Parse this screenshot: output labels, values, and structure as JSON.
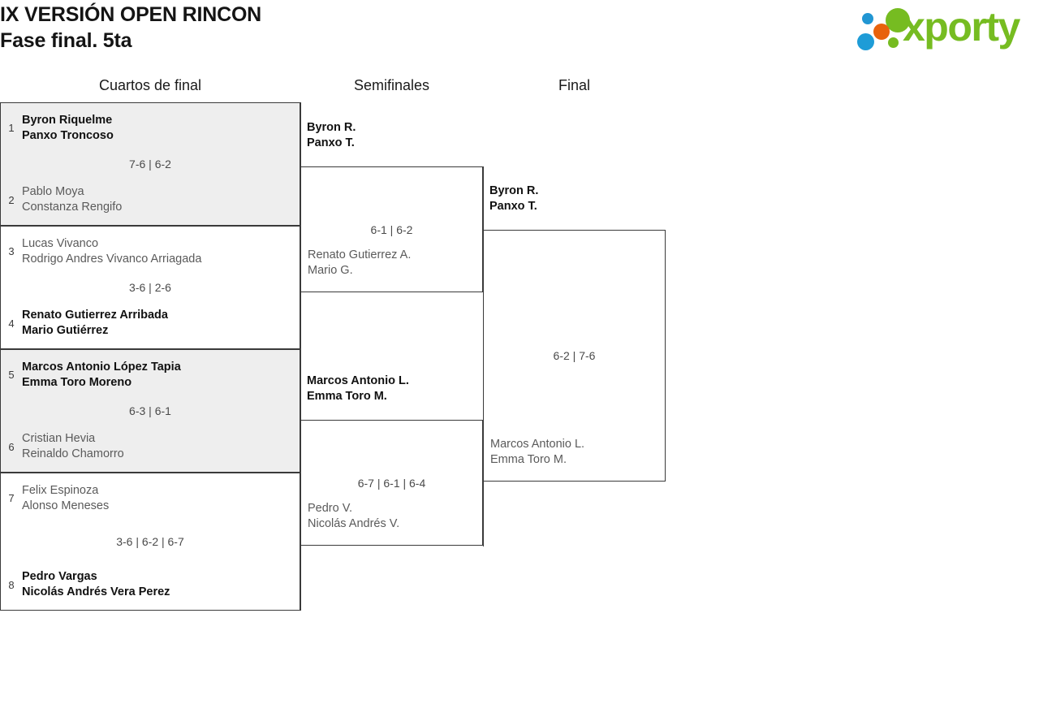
{
  "header": {
    "title_line_1": "IX VERSIÓN OPEN RINCON",
    "title_line_2": "Fase final. 5ta",
    "logo_text": "xporty",
    "logo_colors": {
      "green": "#76bc21",
      "orange": "#e8620c",
      "blue": "#1e9cd7"
    }
  },
  "rounds": {
    "quarterfinals_label": "Cuartos de final",
    "semifinals_label": "Semifinales",
    "final_label": "Final"
  },
  "quarterfinals": [
    {
      "top": {
        "seed": "1",
        "player1": "Byron Riquelme",
        "player2": "Panxo Troncoso",
        "result": "winner"
      },
      "bottom": {
        "seed": "2",
        "player1": "Pablo Moya",
        "player2": "Constanza Rengifo",
        "result": "loser"
      },
      "score": "7-6 | 6-2"
    },
    {
      "top": {
        "seed": "3",
        "player1": "Lucas Vivanco",
        "player2": "Rodrigo Andres Vivanco Arriagada",
        "result": "loser"
      },
      "bottom": {
        "seed": "4",
        "player1": "Renato Gutierrez Arribada",
        "player2": "Mario Gutiérrez",
        "result": "winner"
      },
      "score": "3-6 | 2-6"
    },
    {
      "top": {
        "seed": "5",
        "player1": "Marcos Antonio López Tapia",
        "player2": "Emma Toro Moreno",
        "result": "winner"
      },
      "bottom": {
        "seed": "6",
        "player1": "Cristian Hevia",
        "player2": "Reinaldo Chamorro",
        "result": "loser"
      },
      "score": "6-3 | 6-1"
    },
    {
      "top": {
        "seed": "7",
        "player1": "Felix Espinoza",
        "player2": "Alonso Meneses",
        "result": "loser"
      },
      "bottom": {
        "seed": "8",
        "player1": "Pedro Vargas",
        "player2": "Nicolás Andrés Vera Perez",
        "result": "winner"
      },
      "score": "3-6 | 6-2 | 6-7"
    }
  ],
  "semifinals": [
    {
      "top": {
        "player1": "Byron R.",
        "player2": "Panxo T.",
        "result": "winner"
      },
      "bottom": {
        "player1": "Renato Gutierrez A.",
        "player2": "Mario G.",
        "result": "loser"
      },
      "score": "6-1 | 6-2"
    },
    {
      "top": {
        "player1": "Marcos Antonio L.",
        "player2": "Emma Toro M.",
        "result": "winner"
      },
      "bottom": {
        "player1": "Pedro V.",
        "player2": "Nicolás Andrés V.",
        "result": "loser"
      },
      "score": "6-7 | 6-1 | 6-4"
    }
  ],
  "final": {
    "top": {
      "player1": "Byron R.",
      "player2": "Panxo T.",
      "result": "winner"
    },
    "bottom": {
      "player1": "Marcos Antonio L.",
      "player2": "Emma Toro M.",
      "result": "loser"
    },
    "score": "6-2 | 7-6"
  }
}
